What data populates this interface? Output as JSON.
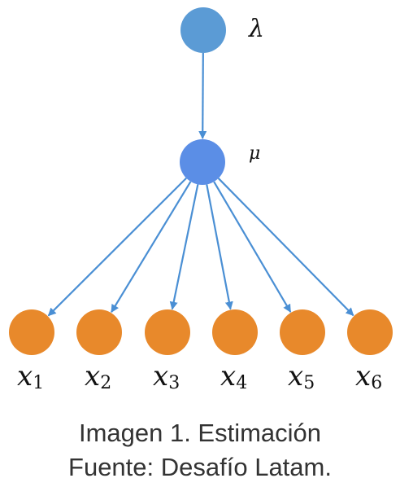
{
  "diagram": {
    "nodes": {
      "lambda": {
        "label": "λ",
        "color": "#5b9bd5"
      },
      "mu": {
        "label": "μ",
        "color": "#5b8ee6"
      },
      "observations": [
        {
          "id": "x1",
          "base": "x",
          "sub": "1",
          "color": "#e8892b"
        },
        {
          "id": "x2",
          "base": "x",
          "sub": "2",
          "color": "#e8892b"
        },
        {
          "id": "x3",
          "base": "x",
          "sub": "3",
          "color": "#e8892b"
        },
        {
          "id": "x4",
          "base": "x",
          "sub": "4",
          "color": "#e8892b"
        },
        {
          "id": "x5",
          "base": "x",
          "sub": "5",
          "color": "#e8892b"
        },
        {
          "id": "x6",
          "base": "x",
          "sub": "6",
          "color": "#e8892b"
        }
      ]
    },
    "edges": [
      {
        "from": "lambda",
        "to": "mu"
      },
      {
        "from": "mu",
        "to": "x1"
      },
      {
        "from": "mu",
        "to": "x2"
      },
      {
        "from": "mu",
        "to": "x3"
      },
      {
        "from": "mu",
        "to": "x4"
      },
      {
        "from": "mu",
        "to": "x5"
      },
      {
        "from": "mu",
        "to": "x6"
      }
    ],
    "edge_color": "#4a8fd4"
  },
  "caption": {
    "title": "Imagen 1. Estimación",
    "source": "Fuente: Desafío Latam."
  }
}
